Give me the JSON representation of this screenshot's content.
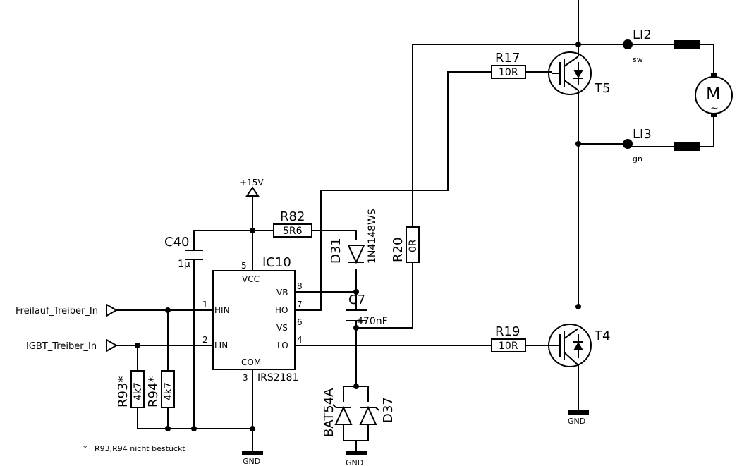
{
  "supply": {
    "label": "+15V"
  },
  "ground": {
    "label": "GND"
  },
  "ic": {
    "ref": "IC10",
    "part": "IRS2181",
    "pins": {
      "vcc": {
        "num": "5",
        "name": "VCC"
      },
      "hin": {
        "num": "1",
        "name": "HIN"
      },
      "lin": {
        "num": "2",
        "name": "LIN"
      },
      "vb": {
        "num": "8",
        "name": "VB"
      },
      "ho": {
        "num": "7",
        "name": "HO"
      },
      "vs": {
        "num": "6",
        "name": "VS"
      },
      "lo": {
        "num": "4",
        "name": "LO"
      },
      "com": {
        "num": "3",
        "name": "COM"
      }
    }
  },
  "inputs": {
    "freilauf": "Freilauf_Treiber_In",
    "igbt": "IGBT_Treiber_In"
  },
  "components": {
    "c40": {
      "ref": "C40",
      "value": "1µ"
    },
    "r82": {
      "ref": "R82",
      "value": "5R6"
    },
    "d31": {
      "ref": "D31",
      "value": "1N4148WS"
    },
    "r20": {
      "ref": "R20",
      "value": "0R"
    },
    "c7": {
      "ref": "C7",
      "value": "470nF"
    },
    "r17": {
      "ref": "R17",
      "value": "10R"
    },
    "r19": {
      "ref": "R19",
      "value": "10R"
    },
    "t5": {
      "ref": "T5"
    },
    "t4": {
      "ref": "T4"
    },
    "r93": {
      "ref": "R93*",
      "value": "4k7"
    },
    "r94": {
      "ref": "R94*",
      "value": "4k7"
    },
    "d37": {
      "ref": "D37",
      "value": "BAT54A"
    },
    "motor": {
      "symbol": "M",
      "tilde": "~"
    }
  },
  "connectors": {
    "li2": {
      "ref": "LI2",
      "color": "sw"
    },
    "li3": {
      "ref": "LI3",
      "color": "gn"
    }
  },
  "note": "*   R93,R94 nicht bestückt"
}
